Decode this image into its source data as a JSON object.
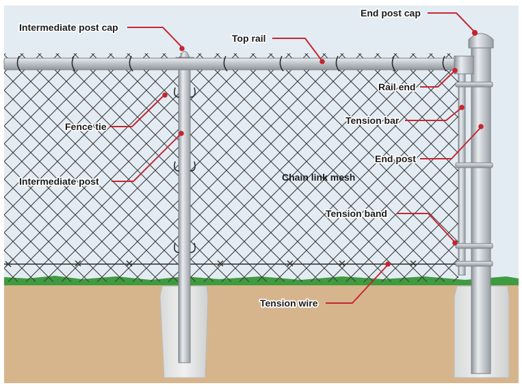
{
  "diagram": {
    "labels": {
      "intermediate_post_cap": "Intermediate post cap",
      "top_rail": "Top rail",
      "end_post_cap": "End post cap",
      "rail_end": "Rail end",
      "fence_tie": "Fence tie",
      "tension_bar": "Tension bar",
      "end_post": "End post",
      "intermediate_post": "Intermediate post",
      "chain_link_mesh": "Chain link mesh",
      "tension_band": "Tension band",
      "tension_wire": "Tension wire"
    },
    "colors": {
      "leader": "#c42630",
      "ground": "#d7b58c",
      "grass": "#3f9b3f",
      "sky": "#e3ecf3",
      "metal": "#c3c8cd",
      "footing": "#e5e6e6",
      "mesh": "#3a3a3a"
    }
  }
}
